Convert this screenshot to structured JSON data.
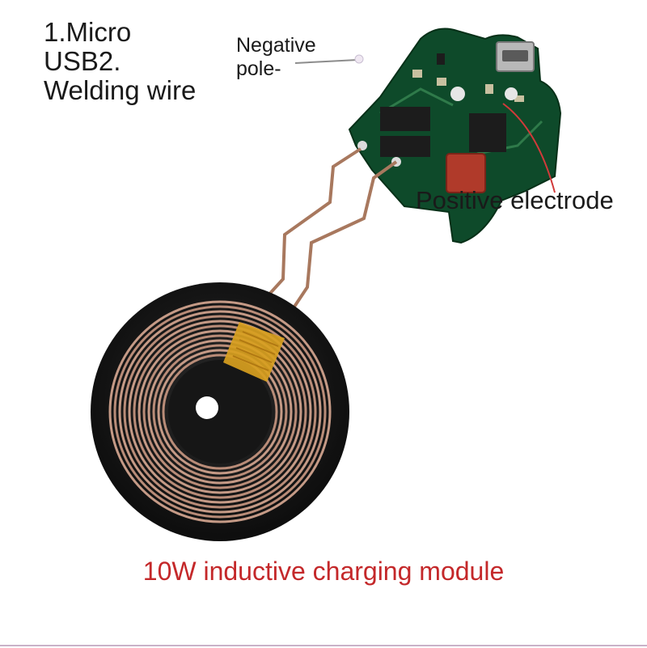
{
  "labels": {
    "usb": [
      "1.Micro",
      "USB2.",
      "Welding wire"
    ],
    "negative": [
      "Negative",
      "pole-"
    ],
    "positive": "Positive electrode"
  },
  "caption": "10W inductive charging module",
  "colors": {
    "caption": "#c4282a",
    "label": "#1a1a1a",
    "pcb": "#0e4a2a",
    "coil_base": "#151515",
    "copper": "#c59a86",
    "tape": "#d8a020",
    "capacitor": "#b03a2a",
    "positive_arrow": "#d23a3a"
  }
}
